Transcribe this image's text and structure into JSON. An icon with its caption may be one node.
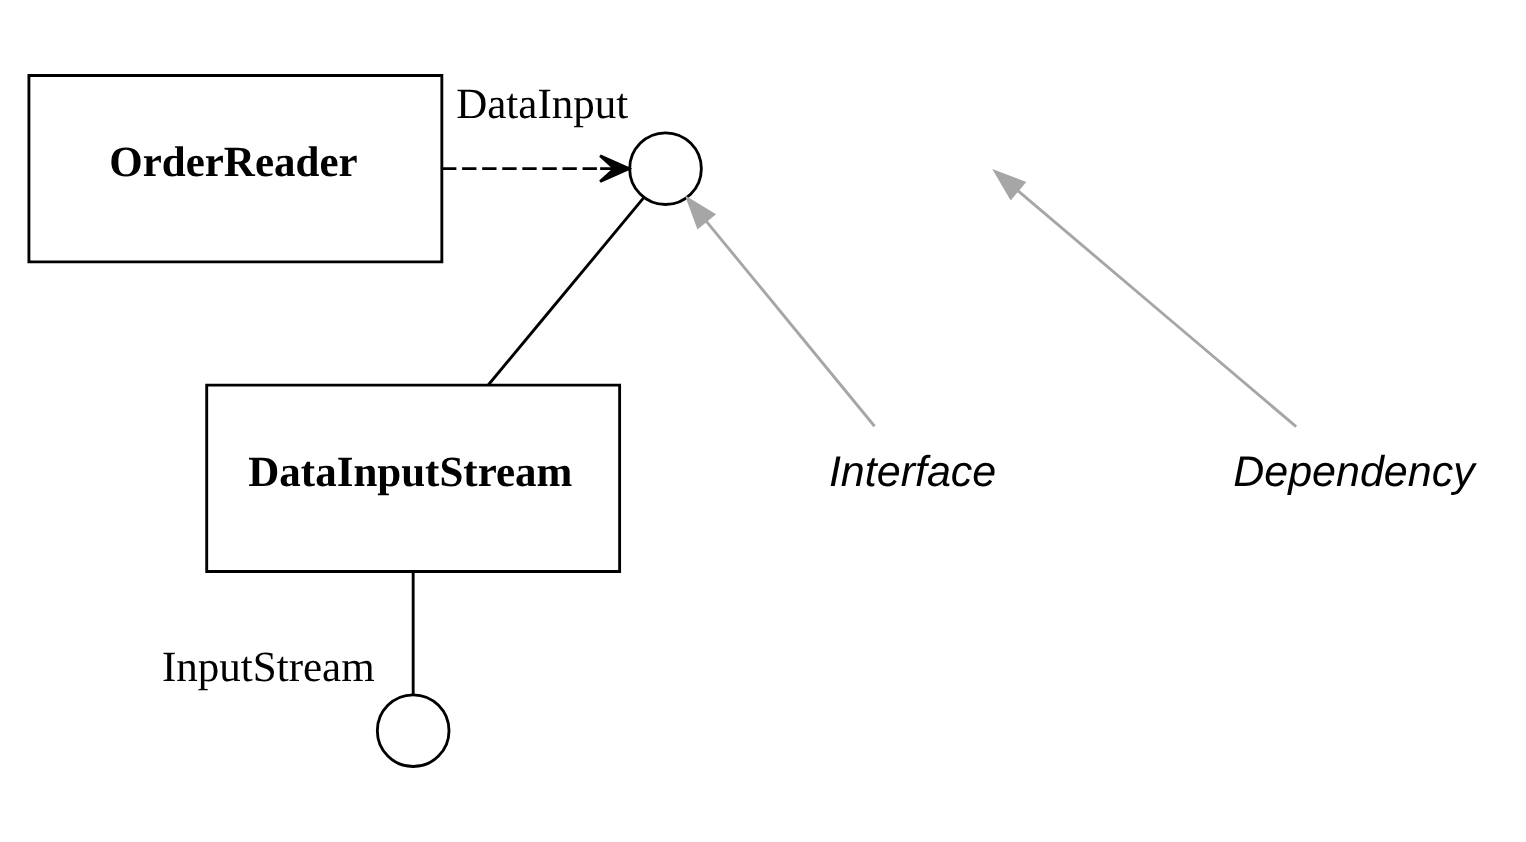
{
  "diagram": {
    "nodes": [
      {
        "text": [
          "DataInput"
        ]
      },
      {
        "text": [
          "OrderReader"
        ]
      },
      {
        "text": [
          "DataInputStream"
        ]
      },
      {
        "text": [
          "InputStream"
        ]
      },
      {
        "text": [
          "Interface"
        ]
      },
      {
        "text": [
          "Dependency"
        ]
      }
    ],
    "edges": [
      {
        "from": 1,
        "to": 0,
        "arrow": "to",
        "style": "dashed"
      },
      {
        "from": 0,
        "to": 2,
        "arrow": "none"
      },
      {
        "from": 2,
        "to": 3,
        "arrow": "none"
      },
      {
        "from": 4,
        "to": 0,
        "arrow": "to",
        "color": "#a6a6a6"
      },
      {
        "from": 5,
        "to": null,
        "arrow": "to",
        "color": "#a6a6a6"
      }
    ]
  }
}
